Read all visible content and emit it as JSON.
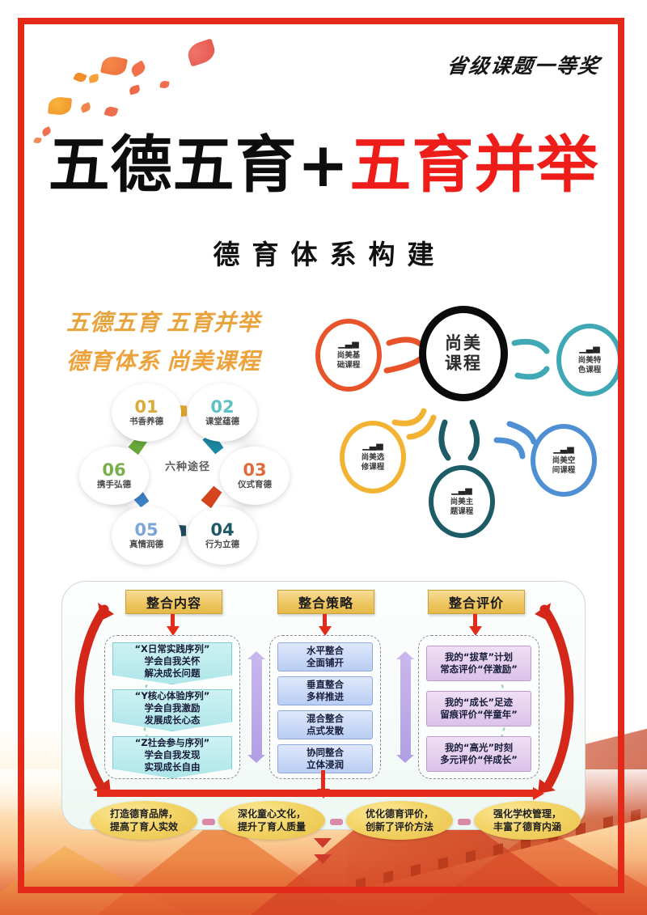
{
  "poster": {
    "award_badge": "省级课题一等奖",
    "title": {
      "black": "五德五育",
      "plus": "+",
      "red": "五育并举"
    },
    "subtitle": "德育体系构建",
    "slogan_line1": "五德五育  五育并举",
    "slogan_line2": "德育体系  尚美课程",
    "frame_color": "#e32a18",
    "title_red_color": "#ee1d19",
    "slogan_color": "#e8a33c"
  },
  "shangmei_diagram": {
    "center": "尚美\n课程",
    "center_line1": "尚美",
    "center_line2": "课程",
    "center_color": "#0b0b0b",
    "nodes": [
      {
        "line1": "尚美基",
        "line2": "础课程",
        "color": "#e8532a",
        "icon": "bar-chart-icon"
      },
      {
        "line1": "尚美特",
        "line2": "色课程",
        "color": "#3fa8b4",
        "icon": "bar-chart-icon"
      },
      {
        "line1": "尚美选",
        "line2": "修课程",
        "color": "#f2b333",
        "icon": "bar-chart-icon"
      },
      {
        "line1": "尚美空",
        "line2": "间课程",
        "color": "#4f8fd4",
        "icon": "bar-chart-icon"
      },
      {
        "line1": "尚美主",
        "line2": "题课程",
        "color": "#1d5b66",
        "icon": "bar-chart-icon"
      }
    ]
  },
  "six_paths": {
    "center_label": "六种途径",
    "nodes": [
      {
        "num": "01",
        "label": "书香养德",
        "color": "#dba93c",
        "connector": "#e3a62e"
      },
      {
        "num": "02",
        "label": "课堂蕴德",
        "color": "#5fc0c6",
        "connector": "#1b87a2"
      },
      {
        "num": "03",
        "label": "仪式育德",
        "color": "#e2693c",
        "connector": "#d4441d"
      },
      {
        "num": "04",
        "label": "行为立德",
        "color": "#1f5a66",
        "connector": "#1d4d5c"
      },
      {
        "num": "05",
        "label": "真情润德",
        "color": "#7aa7d8",
        "connector": "#3d81c4"
      },
      {
        "num": "06",
        "label": "携手弘德",
        "color": "#77b04a",
        "connector": "#68a838"
      }
    ]
  },
  "flow": {
    "columns": [
      {
        "head": "整合内容",
        "cells": [
          {
            "l1": "“X日常实践序列”",
            "l2": "学会自我关怀",
            "l3": "解决成长问题"
          },
          {
            "l1": "“Y核心体验序列”",
            "l2": "学会自我激励",
            "l3": "发展成长心态"
          },
          {
            "l1": "“Z社会参与序列”",
            "l2": "学会自我发现",
            "l3": "实现成长自由"
          }
        ]
      },
      {
        "head": "整合策略",
        "cells": [
          {
            "l1": "水平整合",
            "l2": "全面铺开"
          },
          {
            "l1": "垂直整合",
            "l2": "多样推进"
          },
          {
            "l1": "混合整合",
            "l2": "点式发散"
          },
          {
            "l1": "协同整合",
            "l2": "立体浸润"
          }
        ]
      },
      {
        "head": "整合评价",
        "cells": [
          {
            "l1": "我的“拔草”计划",
            "l2": "常态评价“伴激励”"
          },
          {
            "l1": "我的“成长”足迹",
            "l2": "留痕评价“伴童年”"
          },
          {
            "l1": "我的“高光”时刻",
            "l2": "多元评价“伴成长”"
          }
        ]
      }
    ]
  },
  "outcomes": [
    {
      "l1": "打造德育品牌，",
      "l2": "提高了育人实效"
    },
    {
      "l1": "深化童心文化，",
      "l2": "提升了育人质量"
    },
    {
      "l1": "优化德育评价，",
      "l2": "创新了评价方法"
    },
    {
      "l1": "强化学校管理，",
      "l2": "丰富了德育内涵"
    }
  ]
}
